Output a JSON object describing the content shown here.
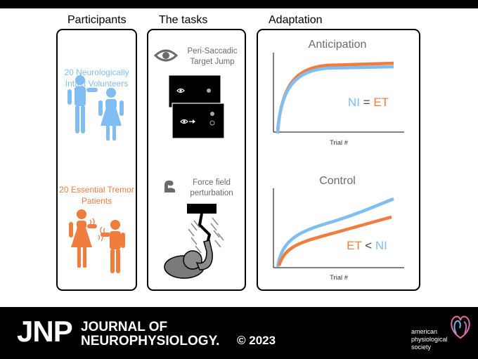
{
  "headers": {
    "participants": "Participants",
    "tasks": "The tasks",
    "adaptation": "Adaptation"
  },
  "participants": {
    "group1_line1": "20 Neurologically",
    "group1_line2": "Intact Volunteers",
    "group2_line1": "20 Essential Tremor",
    "group2_line2": "Patients"
  },
  "tasks": {
    "task1_line1": "Peri-Saccadic",
    "task1_line2": "Target Jump",
    "task2_line1": "Force field",
    "task2_line2": "perturbation"
  },
  "adaptation": {
    "anticipation": {
      "title": "Anticipation",
      "cmp_left": "NI",
      "cmp_op": "=",
      "cmp_right": "ET",
      "xlabel": "Trial #"
    },
    "control": {
      "title": "Control",
      "cmp_left": "ET",
      "cmp_op": "<",
      "cmp_right": "NI",
      "xlabel": "Trial #"
    }
  },
  "footer": {
    "logo_letters": "JNP",
    "journal_line1": "JOURNAL OF",
    "journal_line2": "NEUROPHYSIOLOGY.",
    "copyright": "© 2023",
    "society_line1": "american",
    "society_line2": "physiological",
    "society_line3": "society"
  },
  "colors": {
    "ni_blue": "#80bdf2",
    "et_orange": "#f07c3d",
    "gray": "#6b6b6b"
  }
}
